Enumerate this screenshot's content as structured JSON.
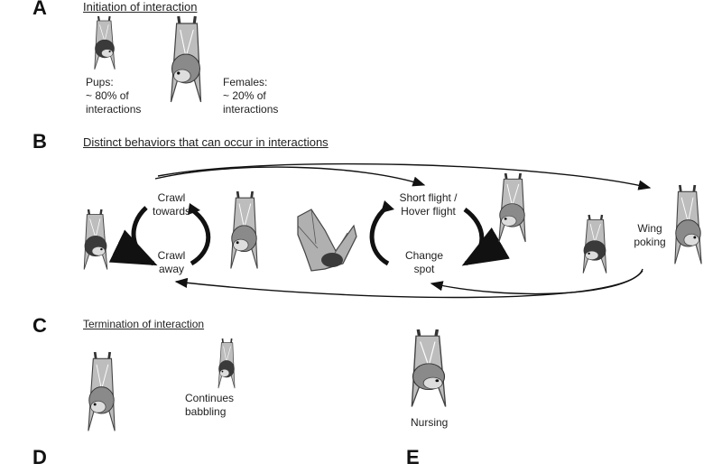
{
  "panels": {
    "A": {
      "letter": "A",
      "title": "Initiation of interaction",
      "pups": [
        "Pups:",
        "~ 80% of",
        "interactions"
      ],
      "females": [
        "Females:",
        "~ 20% of",
        "interactions"
      ]
    },
    "B": {
      "letter": "B",
      "title": "Distinct behaviors that can occur in interactions",
      "crawl_towards": [
        "Crawl",
        "towards"
      ],
      "crawl_away": [
        "Crawl",
        "away"
      ],
      "short_flight": [
        "Short flight /",
        "Hover flight"
      ],
      "change_spot": [
        "Change",
        "spot"
      ],
      "wing_poking": [
        "Wing",
        "poking"
      ]
    },
    "C": {
      "letter": "C",
      "title": "Termination of interaction",
      "babbling": [
        "Continues",
        "babbling"
      ],
      "nursing": "Nursing"
    },
    "D": {
      "letter": "D"
    },
    "E": {
      "letter": "E"
    }
  },
  "colors": {
    "ink": "#111111",
    "bat_gray": "#8a8a8a",
    "bat_dark": "#3a3a3a"
  }
}
